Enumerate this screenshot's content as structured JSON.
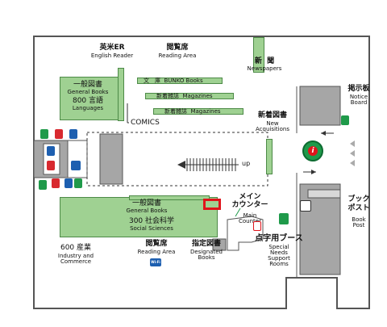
{
  "areas": {
    "english_reader": {
      "jp": "英米ER",
      "en": "English Reader"
    },
    "reading_area_top": {
      "jp": "閲覧席",
      "en": "Reading Area"
    },
    "newspapers": {
      "jp1": "新",
      "jp2": "聞",
      "en": "Newspapers"
    },
    "notice_board": {
      "jp": "掲示板",
      "en1": "Notice",
      "en2": "Board"
    },
    "general_books_top": {
      "jp": "一般図書",
      "en": "General Books"
    },
    "languages": {
      "jp": "800 言語",
      "en": "Languages"
    },
    "comics": {
      "en": "COMICS"
    },
    "new_acquisitions": {
      "jp": "新着図書",
      "en1": "New",
      "en2": "Acquisitions"
    },
    "bunko": {
      "jp": "文　庫",
      "en": "BUNKO Books"
    },
    "new_magazines_1": {
      "jp": "新着雑誌",
      "en": "Magazines"
    },
    "new_magazines_2": {
      "jp": "新着雑誌",
      "en": "Magazines"
    },
    "stairs": {
      "en": "up"
    },
    "main_counter": {
      "jp1": "メイン",
      "jp2": "カウンター",
      "en1": "Main",
      "en2": "Counter"
    },
    "book_post": {
      "jp1": "ブック",
      "jp2": "ポスト",
      "en1": "Book",
      "en2": "Post"
    },
    "general_books_bottom": {
      "jp": "一般図書",
      "en": "General Books"
    },
    "social_sciences": {
      "jp": "300 社会科学",
      "en": "Social Sciences"
    },
    "industry": {
      "jp": "600 産業",
      "en1": "Industry and",
      "en2": "Commerce"
    },
    "reading_area_bottom": {
      "jp": "閲覧席",
      "en": "Reading Area"
    },
    "designated_books": {
      "jp": "指定図書",
      "en1": "Designated",
      "en2": "Books"
    },
    "braille_booth": {
      "jp": "点字用ブース",
      "en1": "Special",
      "en2": "Needs",
      "en3": "Support",
      "en4": "Rooms"
    }
  },
  "icons": {
    "info": "i",
    "wifi": "Wi-Fi"
  },
  "colors": {
    "shelf": "#9fd192",
    "shelf_dark": "#4d8a47",
    "wall": "#a6a6a6",
    "exit_green": "#1f9a4a",
    "restroom_blue": "#1d5fb0",
    "restroom_red": "#d8292f",
    "current_location": "#e0141b"
  }
}
